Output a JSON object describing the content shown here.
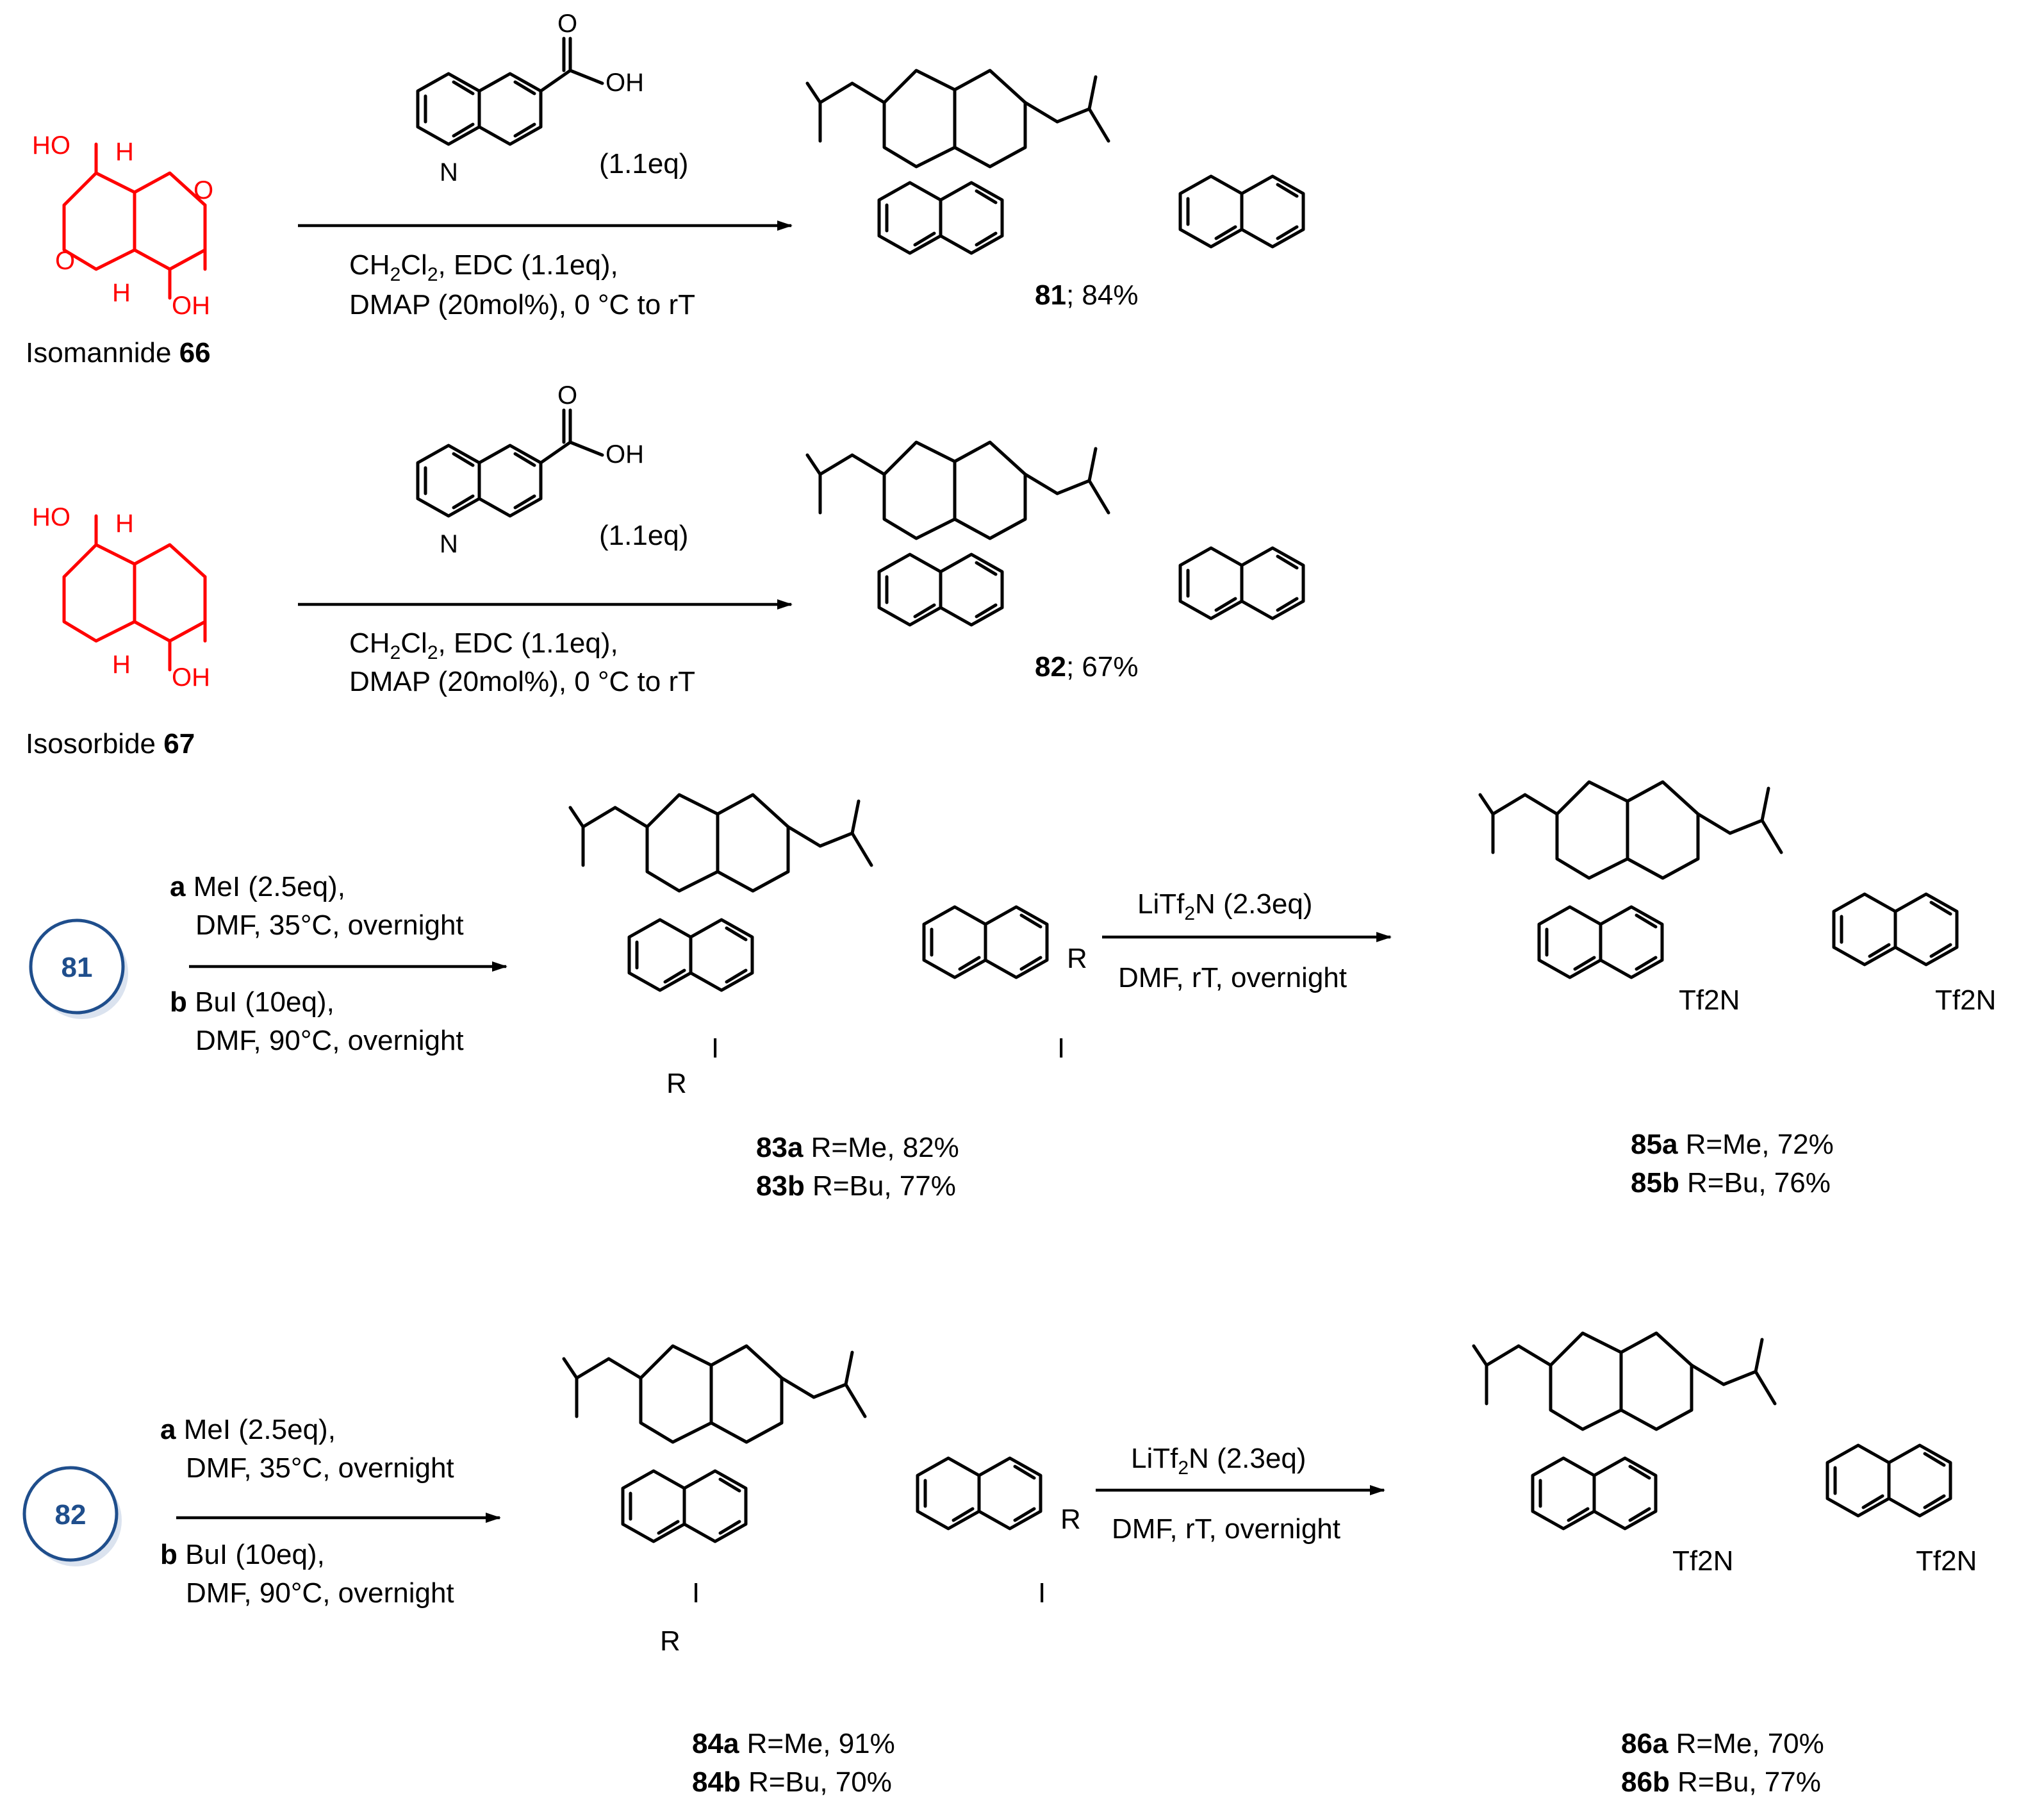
{
  "colors": {
    "starting_material": "#ff0000",
    "compound_badge": "#1f4e8c"
  },
  "row1": {
    "sm_name": "Isomannide ",
    "sm_num": "66",
    "sm_oh_top": "HO",
    "sm_oh_bottom": "OH",
    "sm_h_top": "H",
    "sm_h_bottom": "H",
    "reagent_eq": "(1.1eq)",
    "cond_line1": "CH2Cl2,  EDC (1.1eq),",
    "cond_line2": "DMAP (20mol%), 0 °C to rT",
    "product_num": "81",
    "product_yield": "; 84%"
  },
  "row2": {
    "sm_name": "Isosorbide ",
    "sm_num": "67",
    "sm_oh_top": "HO",
    "sm_oh_bottom": "OH",
    "sm_h_top": "H",
    "sm_h_bottom": "H",
    "reagent_eq": "(1.1eq)",
    "cond_line1": "CH2Cl2,  EDC (1.1eq),",
    "cond_line2": "DMAP (20mol%), 0 °C to rT",
    "product_num": "82",
    "product_yield": "; 67%"
  },
  "acid_labels": {
    "oh": "OH",
    "o": "O",
    "n": "N"
  },
  "row3": {
    "badge": "81",
    "step_a_label": "a",
    "step_a_line1": " MeI (2.5eq),",
    "step_a_line2": "DMF, 35°C, overnight",
    "step_b_label": "b",
    "step_b_line1": " BuI (10eq),",
    "step_b_line2": "DMF, 90°C, overnight",
    "mid_a_num": "83a",
    "mid_a_text": " R=Me, 82%",
    "mid_b_num": "83b",
    "mid_b_text": " R=Bu, 77%",
    "cond2_line1": "LiTf2N (2.3eq)",
    "cond2_line2": "DMF, rT, overnight",
    "final_a_num": "85a",
    "final_a_text": " R=Me, 72%",
    "final_b_num": "85b",
    "final_b_text": " R=Bu, 76%"
  },
  "row4": {
    "badge": "82",
    "step_a_label": "a",
    "step_a_line1": " MeI (2.5eq),",
    "step_a_line2": "DMF, 35°C, overnight",
    "step_b_label": "b",
    "step_b_line1": " BuI (10eq),",
    "step_b_line2": "DMF, 90°C, overnight",
    "mid_a_num": "84a",
    "mid_a_text": " R=Me, 91%",
    "mid_b_num": "84b",
    "mid_b_text": " R=Bu, 70%",
    "cond2_line1": "LiTf2N (2.3eq)",
    "cond2_line2": "DMF, rT, overnight",
    "final_a_num": "86a",
    "final_a_text": " R=Me, 70%",
    "final_b_num": "86b",
    "final_b_text": " R=Bu, 77%"
  },
  "labels": {
    "o": "O",
    "h": "H",
    "n": "N",
    "r": "R",
    "iodide": "I",
    "tf2n": "Tf2N",
    "minus": "−",
    "plus": "+"
  }
}
